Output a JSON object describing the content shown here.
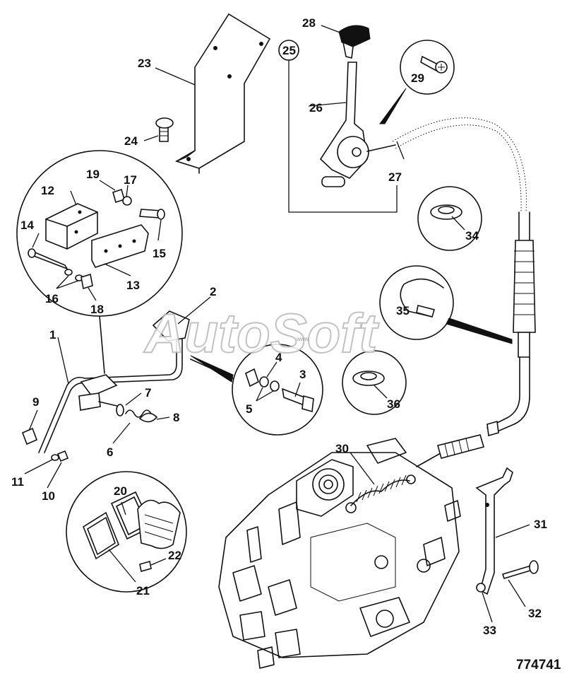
{
  "drawing_number": "774741",
  "watermark": {
    "text": "AutoSoft",
    "small_text": "www"
  },
  "callouts": [
    "1",
    "2",
    "3",
    "4",
    "5",
    "6",
    "7",
    "8",
    "9",
    "10",
    "11",
    "12",
    "13",
    "14",
    "15",
    "16",
    "17",
    "18",
    "19",
    "20",
    "21",
    "22",
    "23",
    "24",
    "25",
    "26",
    "27",
    "28",
    "29",
    "30",
    "31",
    "32",
    "33",
    "34",
    "35",
    "36"
  ],
  "assembly_marker": "25",
  "colors": {
    "line": "#111111",
    "background": "#ffffff",
    "watermark": "#b8b8b8"
  }
}
